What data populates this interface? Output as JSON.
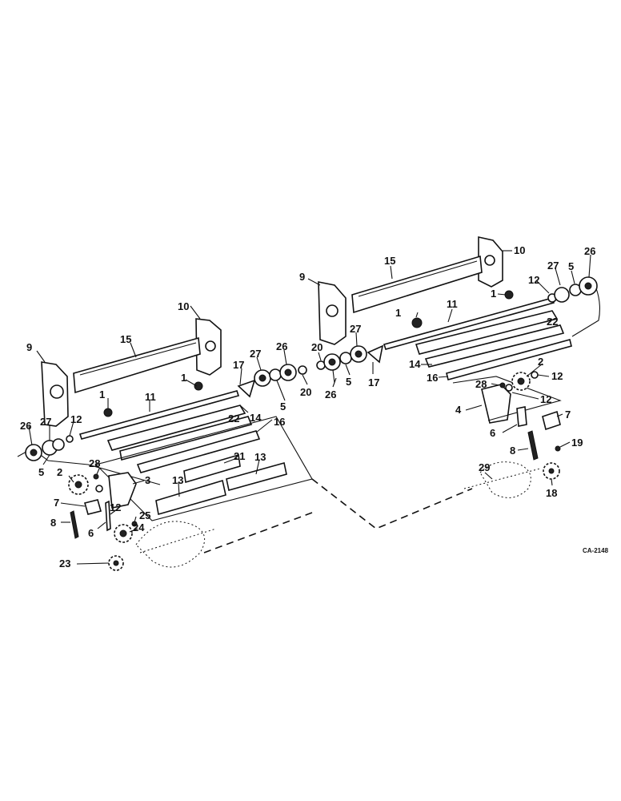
{
  "diagram": {
    "drawing_code": "CA-2148",
    "callouts": [
      "1",
      "2",
      "3",
      "4",
      "5",
      "6",
      "7",
      "8",
      "9",
      "10",
      "11",
      "12",
      "13",
      "14",
      "15",
      "16",
      "17",
      "18",
      "19",
      "20",
      "21",
      "22",
      "23",
      "24",
      "25",
      "26",
      "27",
      "28",
      "29"
    ]
  }
}
